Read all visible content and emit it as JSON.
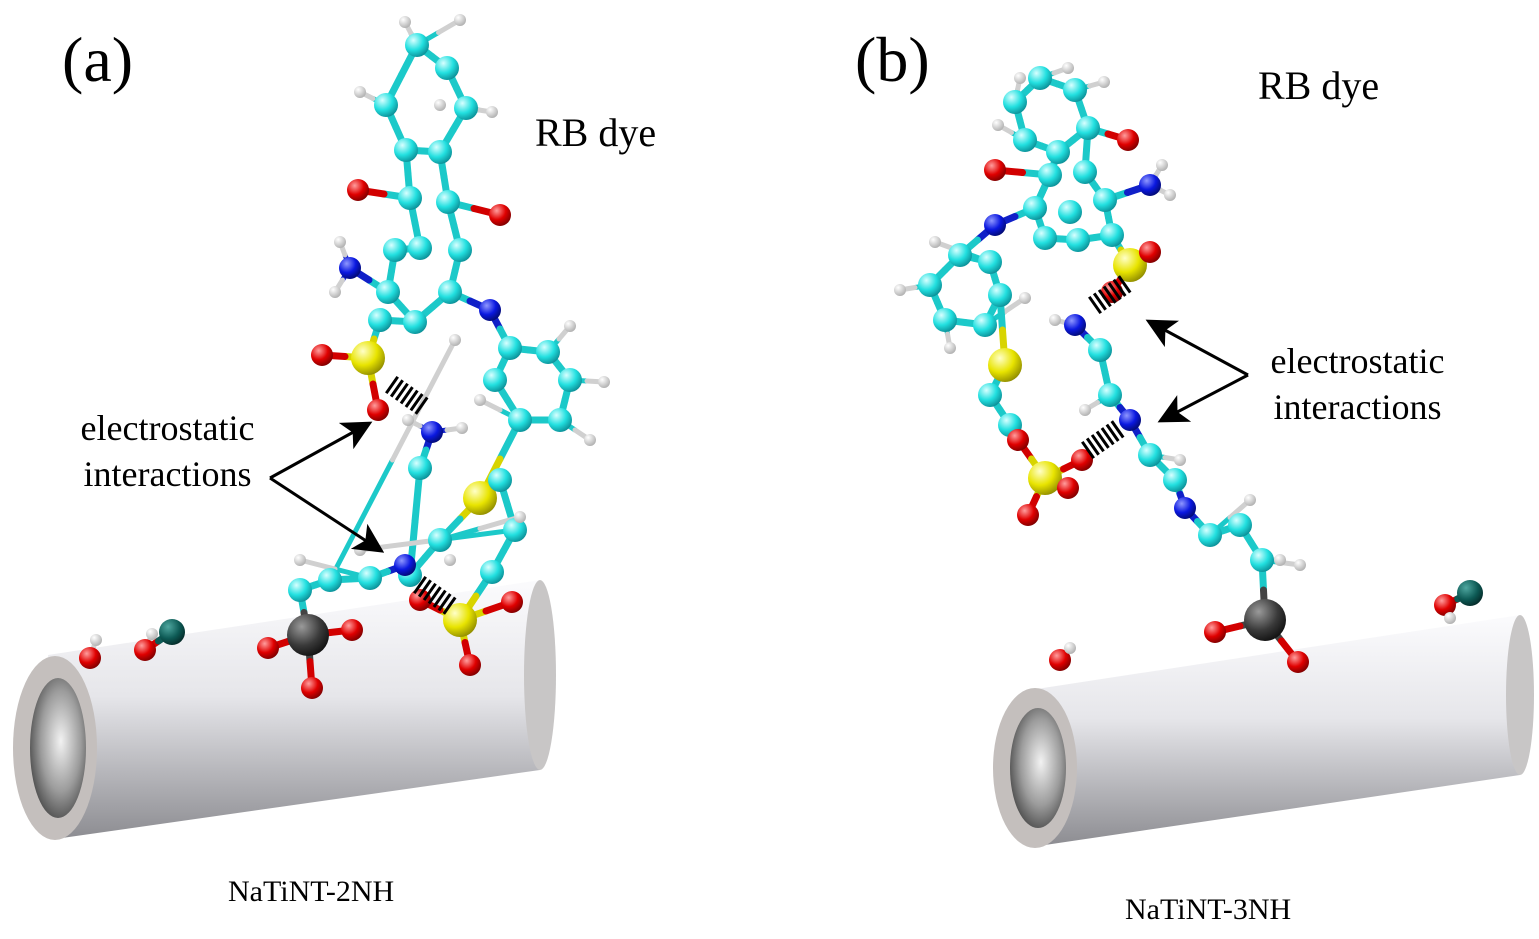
{
  "panels": [
    {
      "panel_label": "(a)",
      "dye_label": "RB dye",
      "interaction_label_line1": "electrostatic",
      "interaction_label_line2": "interactions",
      "tube_label": "NaTiNT-2NH"
    },
    {
      "panel_label": "(b)",
      "dye_label": "RB dye",
      "interaction_label_line1": "electrostatic",
      "interaction_label_line2": "interactions",
      "tube_label": "NaTiNT-3NH"
    }
  ],
  "atom_colors": {
    "carbon": "#22e0e0",
    "oxygen": "#e00000",
    "nitrogen": "#0a18e0",
    "sulfur": "#e8e400",
    "hydrogen": "#f4f4f4",
    "silicon": "#3a3a3a",
    "sodium": "#0d5a55",
    "tube": "#d8d6d6"
  },
  "icons": {
    "interaction": "hatched-dashes",
    "pointer": "arrow"
  }
}
